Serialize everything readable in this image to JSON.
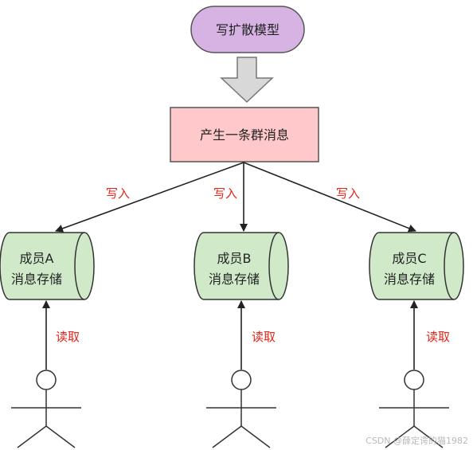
{
  "top_node": {
    "label": "写扩散模型"
  },
  "message_node": {
    "label": "产生一条群消息"
  },
  "write_label": "写入",
  "read_label": "读取",
  "storages": [
    {
      "line1": "成员A",
      "line2": "消息存储"
    },
    {
      "line1": "成员B",
      "line2": "消息存储"
    },
    {
      "line1": "成员C",
      "line2": "消息存储"
    }
  ],
  "watermark": "CSDN @薛定谔的猫1982",
  "colors": {
    "top_fill": "#d6b3e3",
    "message_fill": "#ffc9cc",
    "storage_fill": "#cfe9c9",
    "edge_label": "#e2231a",
    "big_arrow": "#d8d8d8"
  }
}
